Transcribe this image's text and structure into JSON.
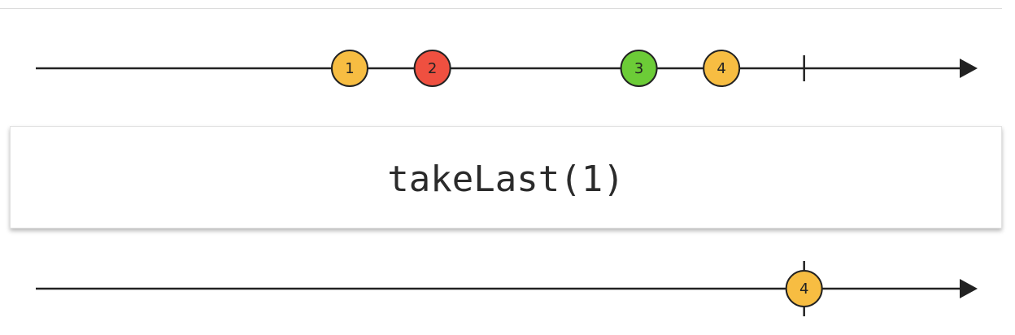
{
  "operator": {
    "label": "takeLast(1)"
  },
  "input": {
    "marbles": [
      {
        "label": "1",
        "color": "#f7bd42",
        "t": 0.3333
      },
      {
        "label": "2",
        "color": "#ef5040",
        "t": 0.4211
      },
      {
        "label": "3",
        "color": "#6ccc37",
        "t": 0.6404
      },
      {
        "label": "4",
        "color": "#f7bd42",
        "t": 0.7281
      }
    ],
    "completion_t": 0.8158
  },
  "output": {
    "marbles": [
      {
        "label": "4",
        "color": "#f7bd42",
        "t": 0.8158
      }
    ],
    "completion_t": 0.8158
  },
  "colors": {
    "line": "#222222",
    "marble_stroke": "#222222"
  }
}
